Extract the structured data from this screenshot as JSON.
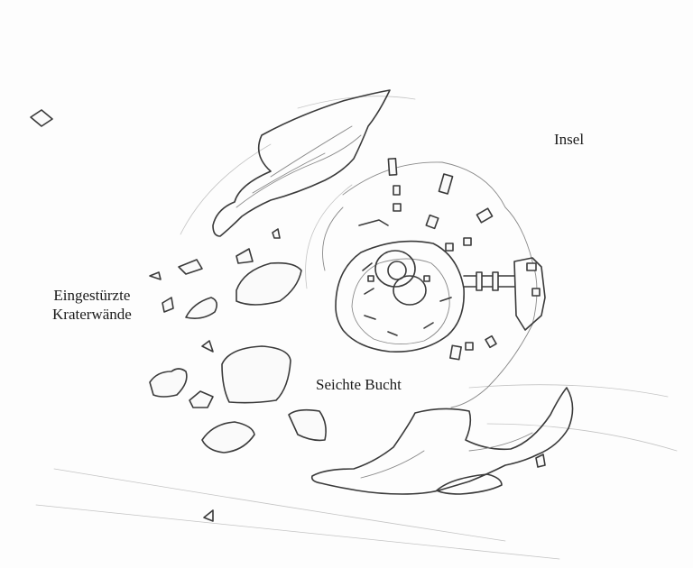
{
  "map": {
    "labels": {
      "island": "Insel",
      "collapsed_walls_line1": "Eingestürzte",
      "collapsed_walls_line2": "Kraterwände",
      "shallow_bay": "Seichte Bucht"
    }
  }
}
